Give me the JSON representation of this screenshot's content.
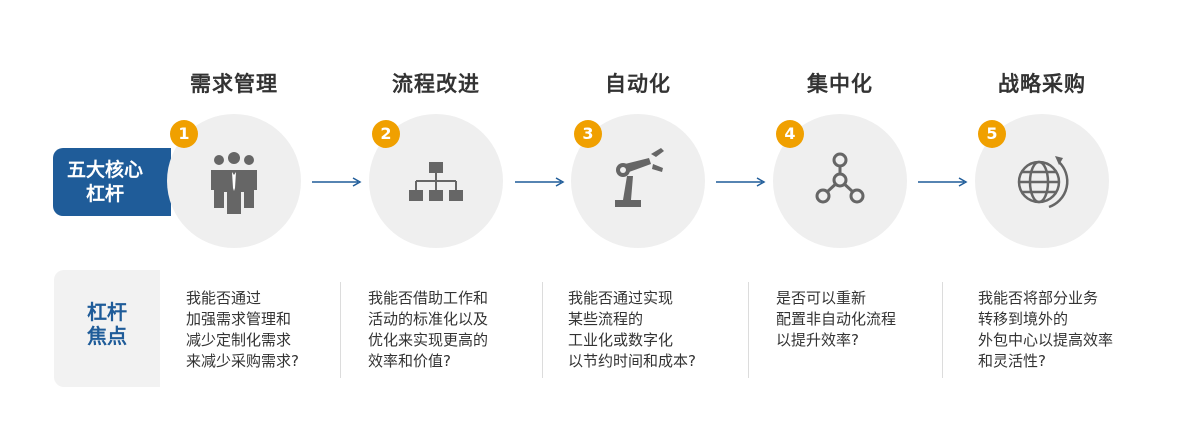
{
  "core_label": "五大核心\n杠杆",
  "focus_label": "杠杆\n焦点",
  "steps": [
    {
      "number": "1",
      "title": "需求管理",
      "icon": "people-group-icon",
      "question": "我能否通过\n加强需求管理和\n减少定制化需求\n来减少采购需求?"
    },
    {
      "number": "2",
      "title": "流程改进",
      "icon": "org-chart-icon",
      "question": "我能否借助工作和\n活动的标准化以及\n优化来实现更高的\n效率和价值?"
    },
    {
      "number": "3",
      "title": "自动化",
      "icon": "robot-arm-icon",
      "question": "我能否通过实现\n某些流程的\n工业化或数字化\n以节约时间和成本?"
    },
    {
      "number": "4",
      "title": "集中化",
      "icon": "hub-network-icon",
      "question": "是否可以重新\n配置非自动化流程\n以提升效率?"
    },
    {
      "number": "5",
      "title": "战略采购",
      "icon": "globe-icon",
      "question": "我能否将部分业务\n转移到境外的\n外包中心以提高效率\n和灵活性?"
    }
  ],
  "colors": {
    "accent_blue": "#1f5c99",
    "badge_orange": "#f0a000",
    "icon_gray": "#666666",
    "circle_bg": "#efefef"
  }
}
